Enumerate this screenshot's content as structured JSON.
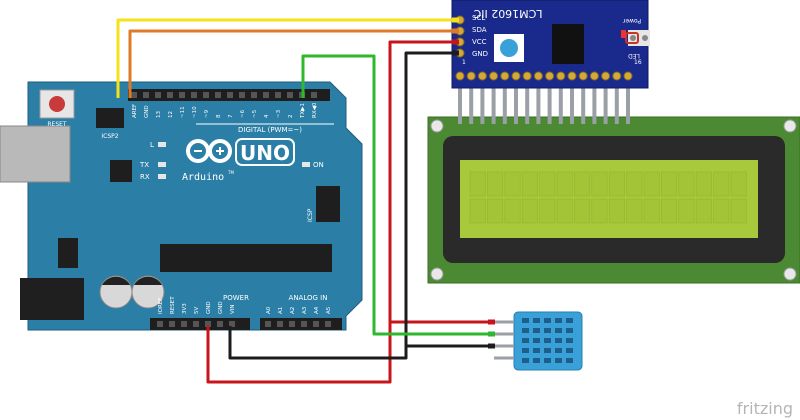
{
  "diagram": {
    "watermark": "fritzing",
    "arduino": {
      "logo_text": "Arduino",
      "tm": "TM",
      "uno": "UNO",
      "reset": "RESET",
      "icsp2": "ICSP2",
      "icsp": "ICSP",
      "digital_label": "DIGITAL (PWM=~)",
      "power_label": "POWER",
      "analog_label": "ANALOG IN",
      "l": "L",
      "tx": "TX",
      "rx": "RX",
      "on": "ON",
      "top_pins": [
        "AREF",
        "GND",
        "13",
        "12",
        "~11",
        "~10",
        "~9",
        "8",
        "7",
        "~6",
        "~5",
        "4",
        "~3",
        "2",
        "TX▶1",
        "RX◀0"
      ],
      "power_pins": [
        "IOREF",
        "RESET",
        "3V3",
        "5V",
        "GND",
        "GND",
        "VIN"
      ],
      "analog_pins": [
        "A0",
        "A1",
        "A2",
        "A3",
        "A4",
        "A5"
      ]
    },
    "i2c_module": {
      "title": "LCM1602 IIC",
      "power": "Power",
      "led": "LED",
      "pins": [
        "SCL",
        "SDA",
        "VCC",
        "GND"
      ],
      "pin_1": "1",
      "pin_16": "16"
    },
    "colors": {
      "arduino": "#2b7fa6",
      "module": "#1a2a8c",
      "lcd_pcb": "#4b8a33",
      "lcd_screen": "#a7c93b",
      "dht": "#3aa0d8",
      "wire_yellow": "#f4e21a",
      "wire_orange": "#e07a26",
      "wire_red": "#c8141b",
      "wire_black": "#1c1c1c",
      "wire_green": "#2db82d"
    }
  }
}
